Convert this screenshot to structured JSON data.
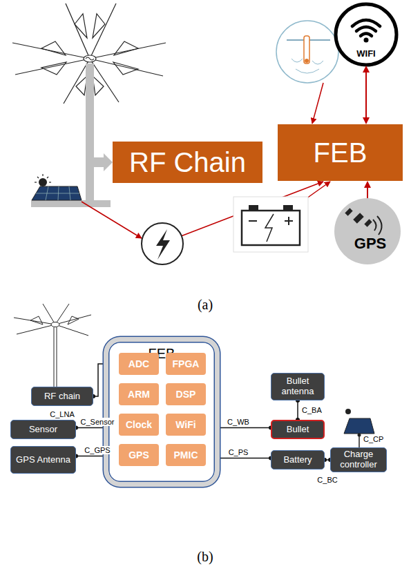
{
  "diagram": {
    "nodes": [
      {
        "text": [
          "RF Chain"
        ]
      },
      {
        "text": [
          "FEB"
        ]
      },
      {
        "text": [
          "WIFI"
        ]
      },
      {
        "text": [
          "GPS"
        ]
      },
      {
        "text": [
          "RF chain"
        ]
      },
      {
        "text": [
          "FEB"
        ]
      },
      {
        "text": [
          "ADC"
        ],
        "in": 5
      },
      {
        "text": [
          "FPGA"
        ],
        "in": 5
      },
      {
        "text": [
          "ARM"
        ],
        "in": 5
      },
      {
        "text": [
          "DSP"
        ],
        "in": 5
      },
      {
        "text": [
          "Clock"
        ],
        "in": 5
      },
      {
        "text": [
          "WiFi"
        ],
        "in": 5
      },
      {
        "text": [
          "GPS"
        ],
        "in": 5
      },
      {
        "text": [
          "PMIC"
        ],
        "in": 5
      },
      {
        "text": [
          "Sensor"
        ]
      },
      {
        "text": [
          "GPS Antenna"
        ]
      },
      {
        "text": [
          "Bullet antenna"
        ]
      },
      {
        "text": [
          "Bullet"
        ]
      },
      {
        "text": [
          "Battery"
        ]
      },
      {
        "text": [
          "Charge controller"
        ]
      }
    ],
    "edges": [
      {
        "from": 0,
        "to": 1,
        "arrow": "to"
      },
      {
        "from": 1,
        "to": 2,
        "arrow": "both"
      },
      {
        "from": 3,
        "to": 1,
        "arrow": "to"
      },
      {
        "from": 4,
        "to": 6,
        "label": "C_LNA",
        "arrow": "none"
      },
      {
        "from": 14,
        "to": 10,
        "label": "C_Sensor",
        "arrow": "none"
      },
      {
        "from": 15,
        "to": 12,
        "label": "C_GPS",
        "arrow": "none"
      },
      {
        "from": 11,
        "to": 17,
        "label": "C_WB",
        "arrow": "none"
      },
      {
        "from": 16,
        "to": 17,
        "label": "C_BA",
        "arrow": "none"
      },
      {
        "from": 13,
        "to": 18,
        "label": "C_PS",
        "arrow": "none"
      },
      {
        "from": 18,
        "to": 19,
        "label": "C_BC",
        "arrow": "none"
      }
    ],
    "labels": [
      "(a)",
      "C_CP",
      "(b)"
    ]
  }
}
